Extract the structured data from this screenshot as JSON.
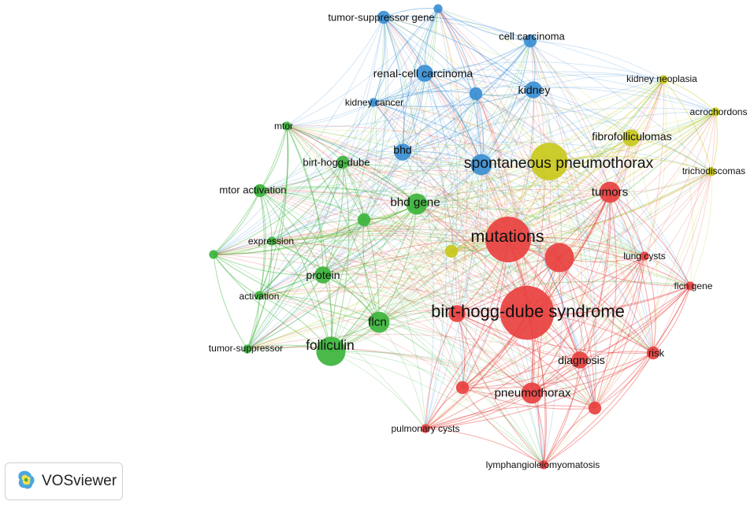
{
  "colors": {
    "red": "#e8413f",
    "green": "#3cb43c",
    "blue": "#3b8fd4",
    "yellow": "#c9c91c"
  },
  "badge": {
    "label": "VOSviewer",
    "icon": "vosviewer-logo-icon"
  },
  "nodes": [
    {
      "id": "tumor-suppressor-gene",
      "label": "tumor-suppressor gene",
      "cluster": "blue",
      "weight": 2
    },
    {
      "id": "cell-carcinoma",
      "label": "cell carcinoma",
      "cluster": "blue",
      "weight": 2
    },
    {
      "id": "renal-cell-carcinoma",
      "label": "renal-cell carcinoma",
      "cluster": "blue",
      "weight": 3
    },
    {
      "id": "kidney",
      "label": "kidney",
      "cluster": "blue",
      "weight": 3
    },
    {
      "id": "kidney-cancer",
      "label": "kidney cancer",
      "cluster": "blue",
      "weight": 1
    },
    {
      "id": "bhd",
      "label": "bhd",
      "cluster": "blue",
      "weight": 3
    },
    {
      "id": "blue-unlabeled-1",
      "label": "",
      "cluster": "blue",
      "weight": 1
    },
    {
      "id": "blue-unlabeled-2",
      "label": "",
      "cluster": "blue",
      "weight": 2
    },
    {
      "id": "blue-unlabeled-3",
      "label": "",
      "cluster": "blue",
      "weight": 4
    },
    {
      "id": "kidney-neoplasia",
      "label": "kidney neoplasia",
      "cluster": "yellow",
      "weight": 1
    },
    {
      "id": "acrochordons",
      "label": "acrochordons",
      "cluster": "yellow",
      "weight": 1
    },
    {
      "id": "fibrofolliculomas",
      "label": "fibrofolliculomas",
      "cluster": "yellow",
      "weight": 3
    },
    {
      "id": "spontaneous-pneumothorax",
      "label": "spontaneous pneumothorax",
      "cluster": "yellow",
      "weight": 8
    },
    {
      "id": "trichodiscomas",
      "label": "trichodiscomas",
      "cluster": "yellow",
      "weight": 1
    },
    {
      "id": "yellow-unlabeled-1",
      "label": "",
      "cluster": "yellow",
      "weight": 2
    },
    {
      "id": "mtor",
      "label": "mtor",
      "cluster": "green",
      "weight": 1
    },
    {
      "id": "birt-hogg-dube",
      "label": "birt-hogg-dube",
      "cluster": "green",
      "weight": 2
    },
    {
      "id": "mtor-activation",
      "label": "mtor activation",
      "cluster": "green",
      "weight": 2
    },
    {
      "id": "bhd-gene",
      "label": "bhd gene",
      "cluster": "green",
      "weight": 4
    },
    {
      "id": "expression",
      "label": "expression",
      "cluster": "green",
      "weight": 1
    },
    {
      "id": "protein",
      "label": "protein",
      "cluster": "green",
      "weight": 3
    },
    {
      "id": "activation",
      "label": "activation",
      "cluster": "green",
      "weight": 1
    },
    {
      "id": "flcn",
      "label": "flcn",
      "cluster": "green",
      "weight": 4
    },
    {
      "id": "tumor-suppressor",
      "label": "tumor-suppressor",
      "cluster": "green",
      "weight": 1
    },
    {
      "id": "folliculin",
      "label": "folliculin",
      "cluster": "green",
      "weight": 6
    },
    {
      "id": "green-unlabeled-1",
      "label": "",
      "cluster": "green",
      "weight": 2
    },
    {
      "id": "green-unlabeled-2",
      "label": "",
      "cluster": "green",
      "weight": 1
    },
    {
      "id": "tumors",
      "label": "tumors",
      "cluster": "red",
      "weight": 4
    },
    {
      "id": "mutations",
      "label": "mutations",
      "cluster": "red",
      "weight": 10
    },
    {
      "id": "lung-cysts",
      "label": "lung cysts",
      "cluster": "red",
      "weight": 1
    },
    {
      "id": "flcn-gene",
      "label": "flcn gene",
      "cluster": "red",
      "weight": 1
    },
    {
      "id": "birt-hogg-dube-syndrome",
      "label": "birt-hogg-dube syndrome",
      "cluster": "red",
      "weight": 12
    },
    {
      "id": "diagnosis",
      "label": "diagnosis",
      "cluster": "red",
      "weight": 3
    },
    {
      "id": "risk",
      "label": "risk",
      "cluster": "red",
      "weight": 2
    },
    {
      "id": "pneumothorax",
      "label": "pneumothorax",
      "cluster": "red",
      "weight": 4
    },
    {
      "id": "pulmonary-cysts",
      "label": "pulmonary cysts",
      "cluster": "red",
      "weight": 1
    },
    {
      "id": "lymphangioleiomyomatosis",
      "label": "lymphangioleiomyomatosis",
      "cluster": "red",
      "weight": 1
    },
    {
      "id": "red-unlabeled-1",
      "label": "",
      "cluster": "red",
      "weight": 6
    },
    {
      "id": "red-unlabeled-2",
      "label": "",
      "cluster": "red",
      "weight": 3
    },
    {
      "id": "red-unlabeled-3",
      "label": "",
      "cluster": "red",
      "weight": 2
    },
    {
      "id": "red-unlabeled-4",
      "label": "",
      "cluster": "red",
      "weight": 2
    }
  ]
}
